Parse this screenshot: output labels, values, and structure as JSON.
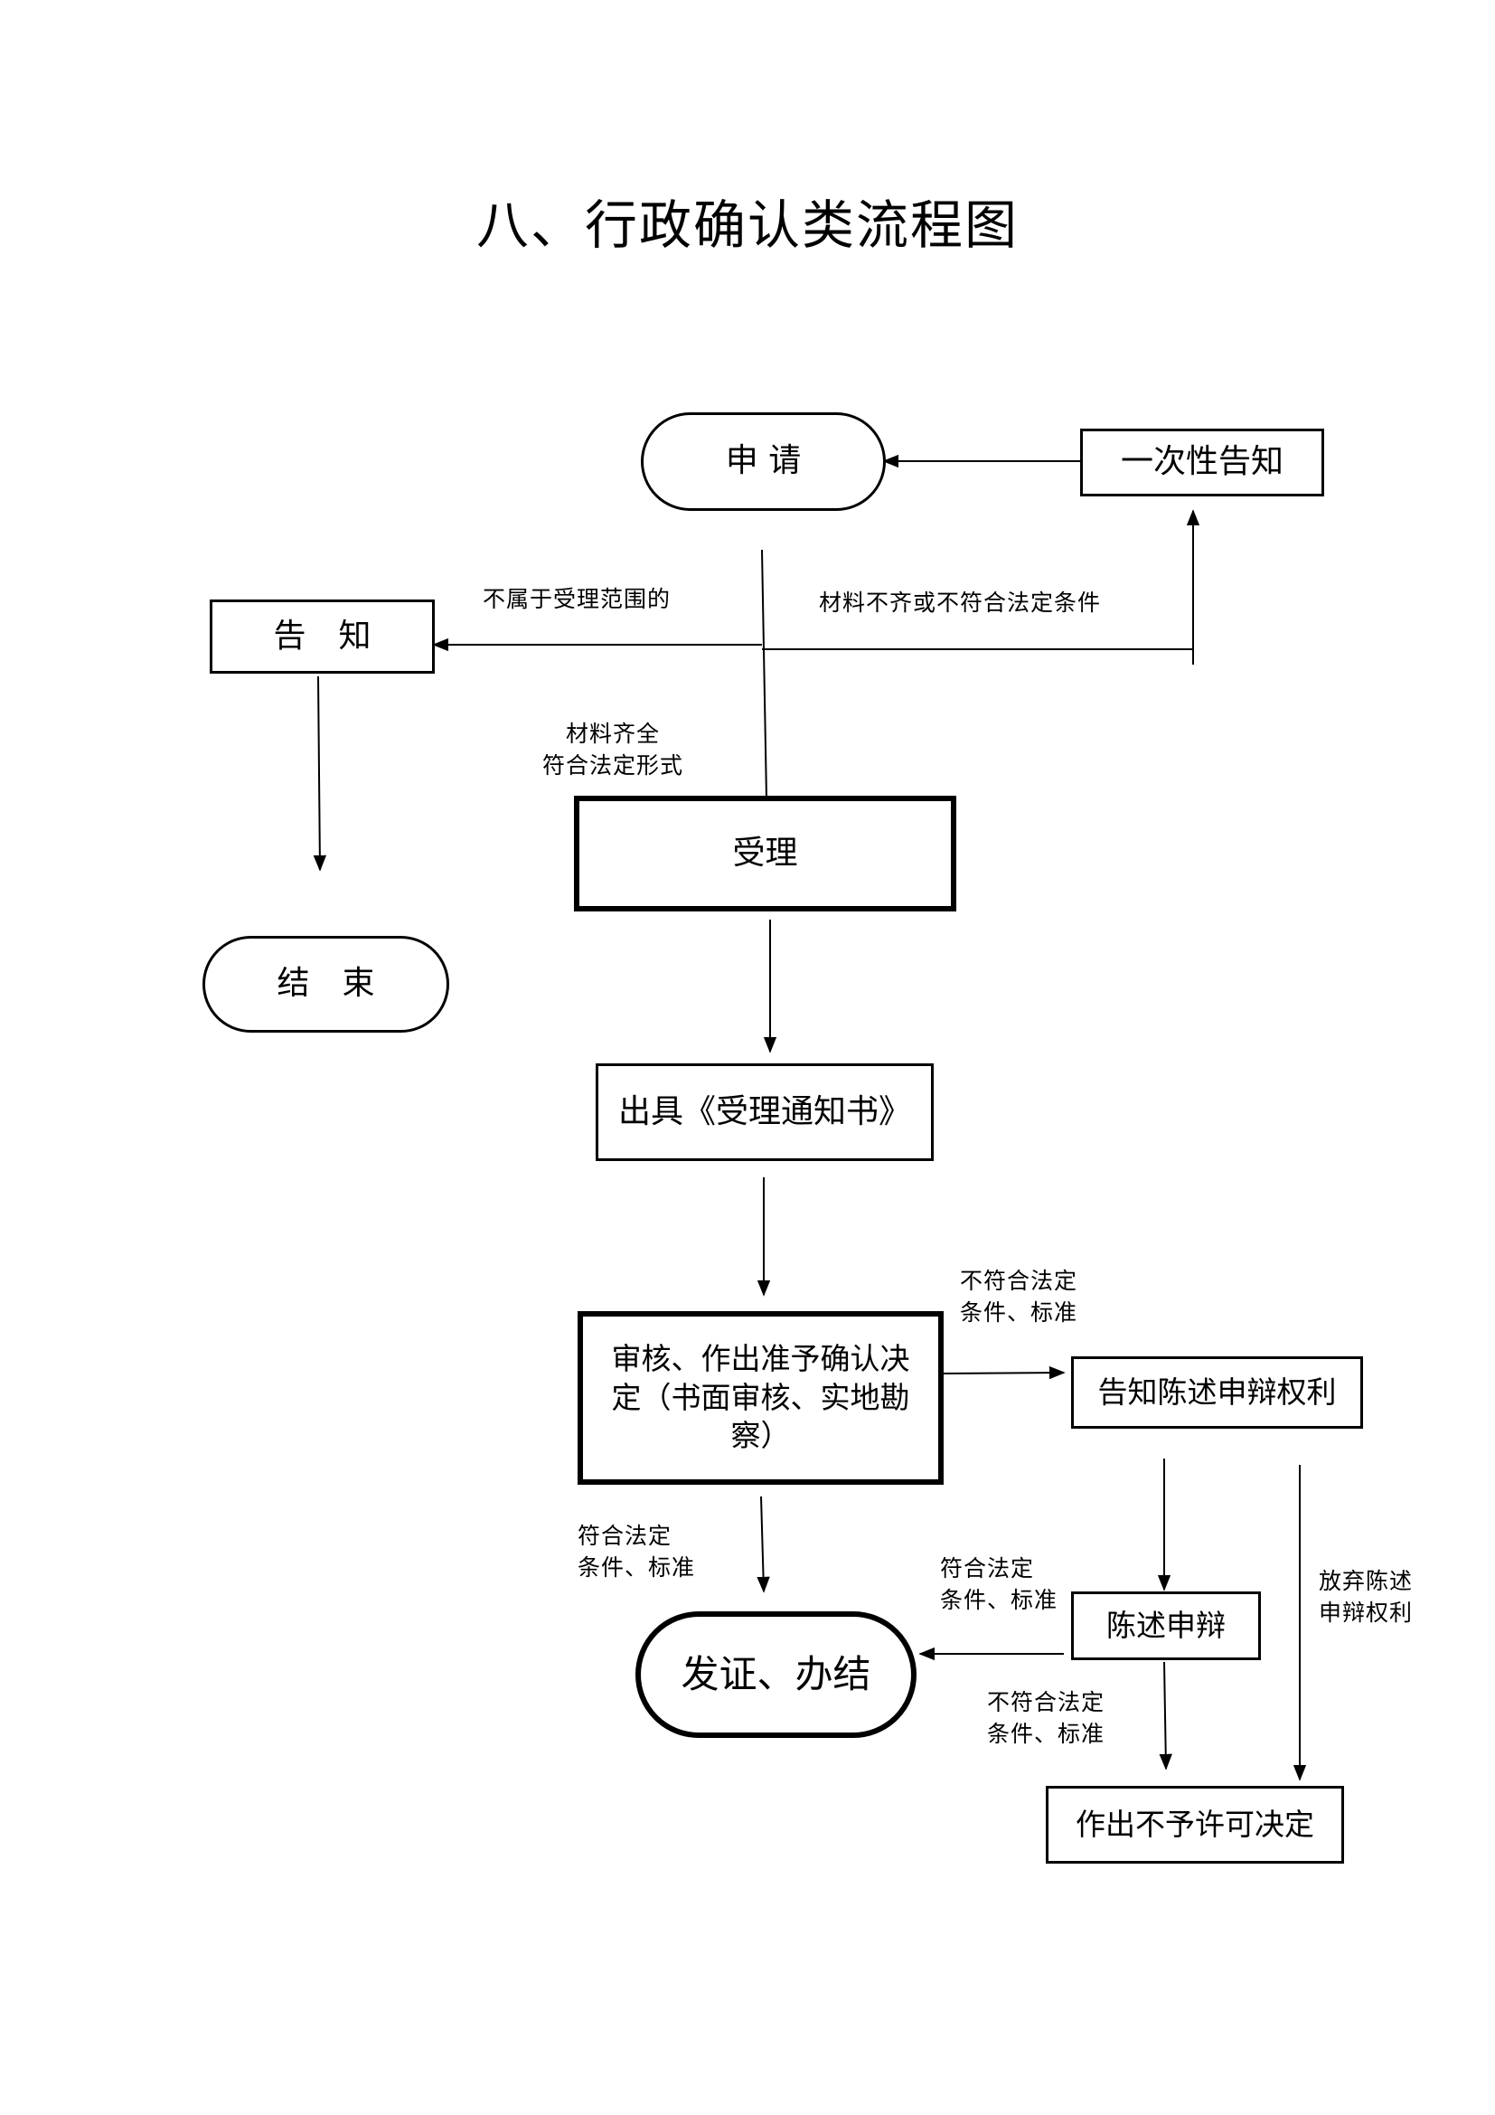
{
  "title": "八、行政确认类流程图",
  "nodes": {
    "apply": "申 请",
    "one_time_notice": "一次性告知",
    "notify": "告　知",
    "end": "结　束",
    "accept": "受理",
    "issue_notice": "出具《受理通知书》",
    "review_line1": "审核、作出准予确认决",
    "review_line2": "定（书面审核、实地勘",
    "review_line3": "察）",
    "statement_rights": "告知陈述申辩权利",
    "statement": "陈述申辩",
    "certify": "发证、办结",
    "deny": "作出不予许可决定"
  },
  "labels": {
    "out_of_scope": "不属于受理范围的",
    "incomplete": "材料不齐或不符合法定条件",
    "complete_line1": "材料齐全",
    "complete_line2": "符合法定形式",
    "fail_review_line1": "不符合法定",
    "fail_review_line2": "条件、标准",
    "pass_review_line1": "符合法定",
    "pass_review_line2": "条件、标准",
    "pass_statement_line1": "符合法定",
    "pass_statement_line2": "条件、标准",
    "fail_statement_line1": "不符合法定",
    "fail_statement_line2": "条件、标准",
    "waive_line1": "放弃陈述",
    "waive_line2": "申辩权利"
  }
}
